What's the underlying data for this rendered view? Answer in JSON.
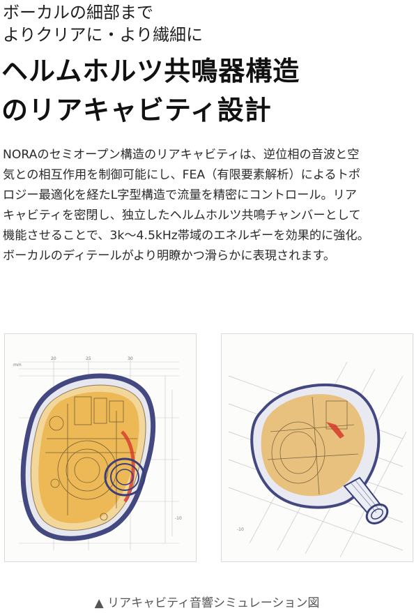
{
  "header": {
    "subtitle_line1": "ボーカルの細部まで",
    "subtitle_line2": "よりクリアに・より繊細に",
    "title_line1": "ヘルムホルツ共鳴器構造",
    "title_line2": "のリアキャビティ設計"
  },
  "description": {
    "lines": [
      "NORAのセミオープン構造のリアキャビティは、逆位相の音波と空",
      "気との相互作用を制御可能にし、FEA（有限要素解析）によるトポ",
      "ロジー最適化を経たL字型構造で流量を精密にコントロール。リア",
      "キャビティを密閉し、独立したヘルムホルツ共鳴チャンバーとして",
      "機能させることで、3k〜4.5kHz帯域のエネルギーを効果的に強化。",
      "ボーカルのディテールがより明瞭かつ滑らかに表現されます。"
    ]
  },
  "figures": {
    "left": {
      "scale_labels": [
        "20",
        "25",
        "30"
      ],
      "side_labels": [
        "mm",
        "-10"
      ]
    },
    "right": {
      "side_labels": [
        "-10"
      ]
    }
  },
  "caption": {
    "marker": "▲",
    "text": "リアキャビティ音響シミュレーション図"
  },
  "colors": {
    "simulation_orange": "#e8a020",
    "shell_outline": "#3a3f7a",
    "hotspot_red": "#d63a2a"
  }
}
